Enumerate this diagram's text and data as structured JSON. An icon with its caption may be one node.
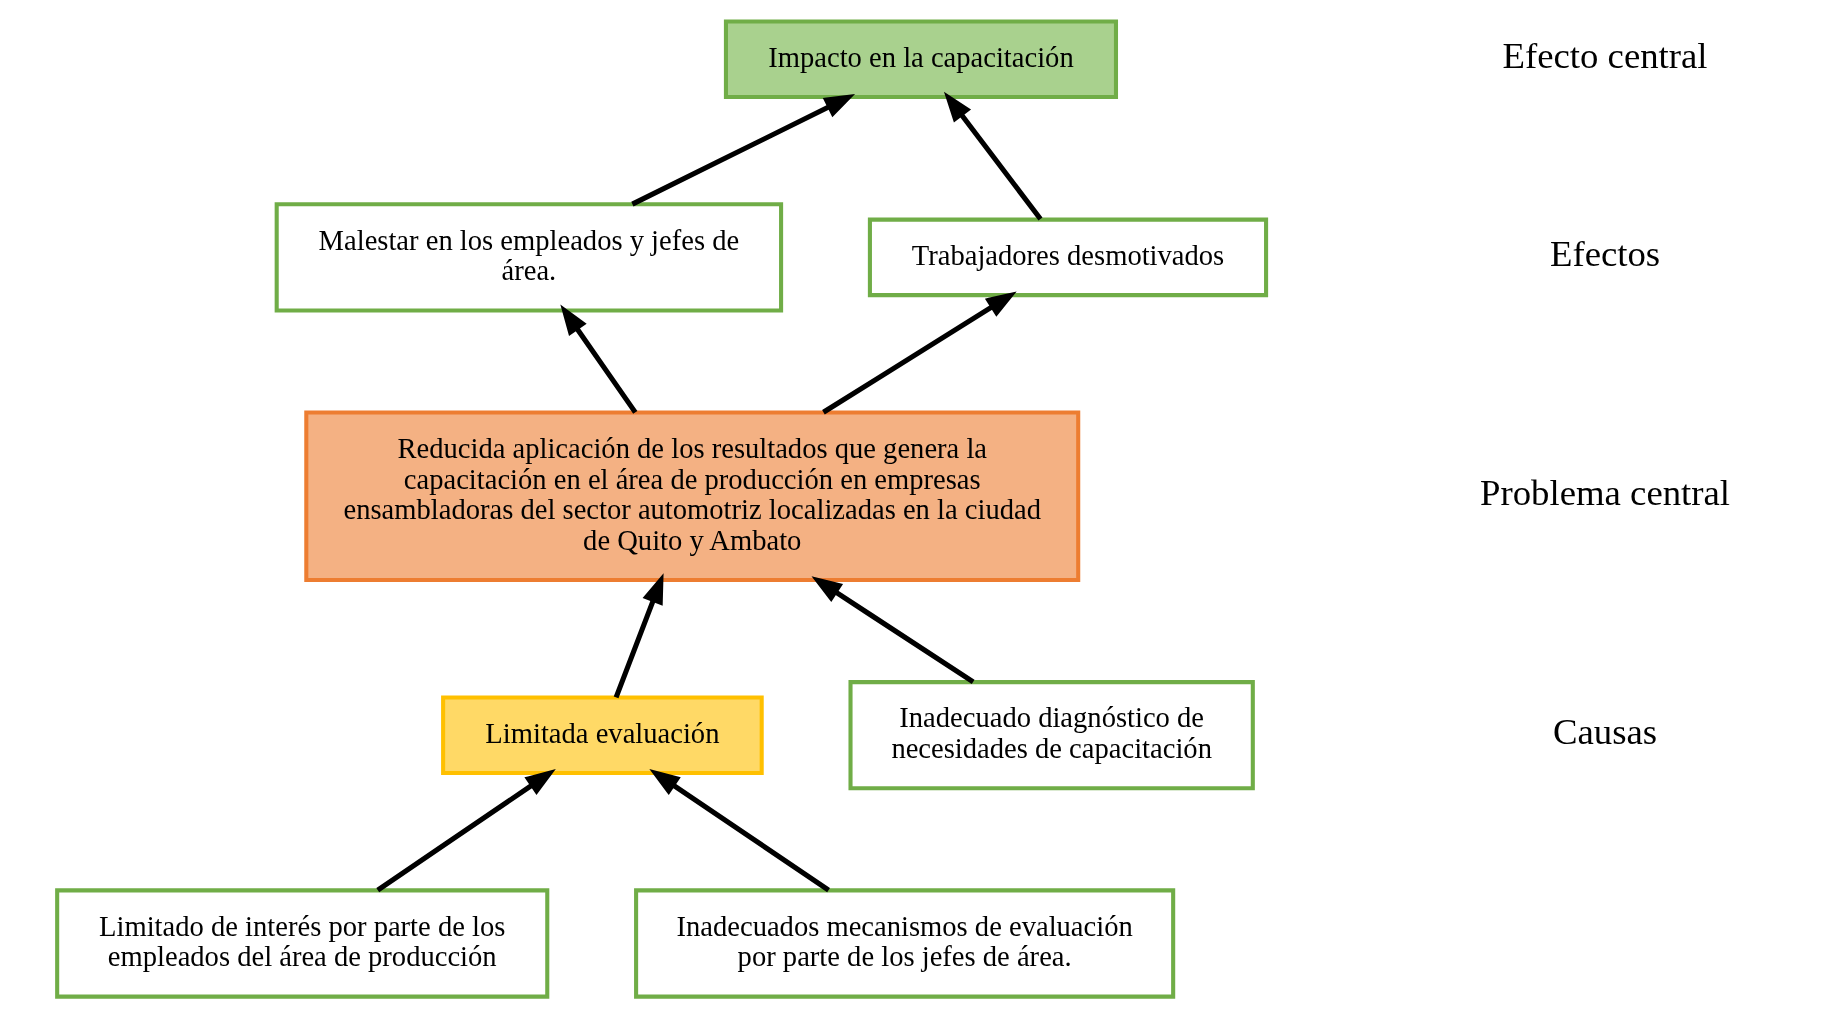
{
  "diagram": {
    "nodes": [
      {
        "text": [
          "Impacto en la capacitación"
        ]
      },
      {
        "text": [
          "Malestar en los empleados y jefes de área."
        ]
      },
      {
        "text": [
          "Trabajadores desmotivados"
        ]
      },
      {
        "text": [
          "Reducida aplicación de los resultados que genera la capacitación en el área de producción en empresas ensambladoras del sector automotriz localizadas en la ciudad de Quito y Ambato"
        ]
      },
      {
        "text": [
          "Limitada evaluación"
        ]
      },
      {
        "text": [
          "Inadecuado diagnóstico de necesidades de capacitación"
        ]
      },
      {
        "text": [
          "Limitado de interés por parte de los empleados del área de producción"
        ]
      },
      {
        "text": [
          "Inadecuados mecanismos de evaluación por parte de los jefes de área."
        ]
      }
    ],
    "edges": [
      {
        "from": 1,
        "to": 0,
        "arrow": "to"
      },
      {
        "from": 2,
        "to": 0,
        "arrow": "to"
      },
      {
        "from": 3,
        "to": 1,
        "arrow": "to"
      },
      {
        "from": 3,
        "to": 2,
        "arrow": "to"
      },
      {
        "from": 4,
        "to": 3,
        "arrow": "to"
      },
      {
        "from": 5,
        "to": 3,
        "arrow": "to"
      },
      {
        "from": 6,
        "to": 4,
        "arrow": "to"
      },
      {
        "from": 7,
        "to": 4,
        "arrow": "to"
      }
    ],
    "labels": [
      "Efecto central",
      "Efectos",
      "Problema central",
      "Causas"
    ]
  }
}
